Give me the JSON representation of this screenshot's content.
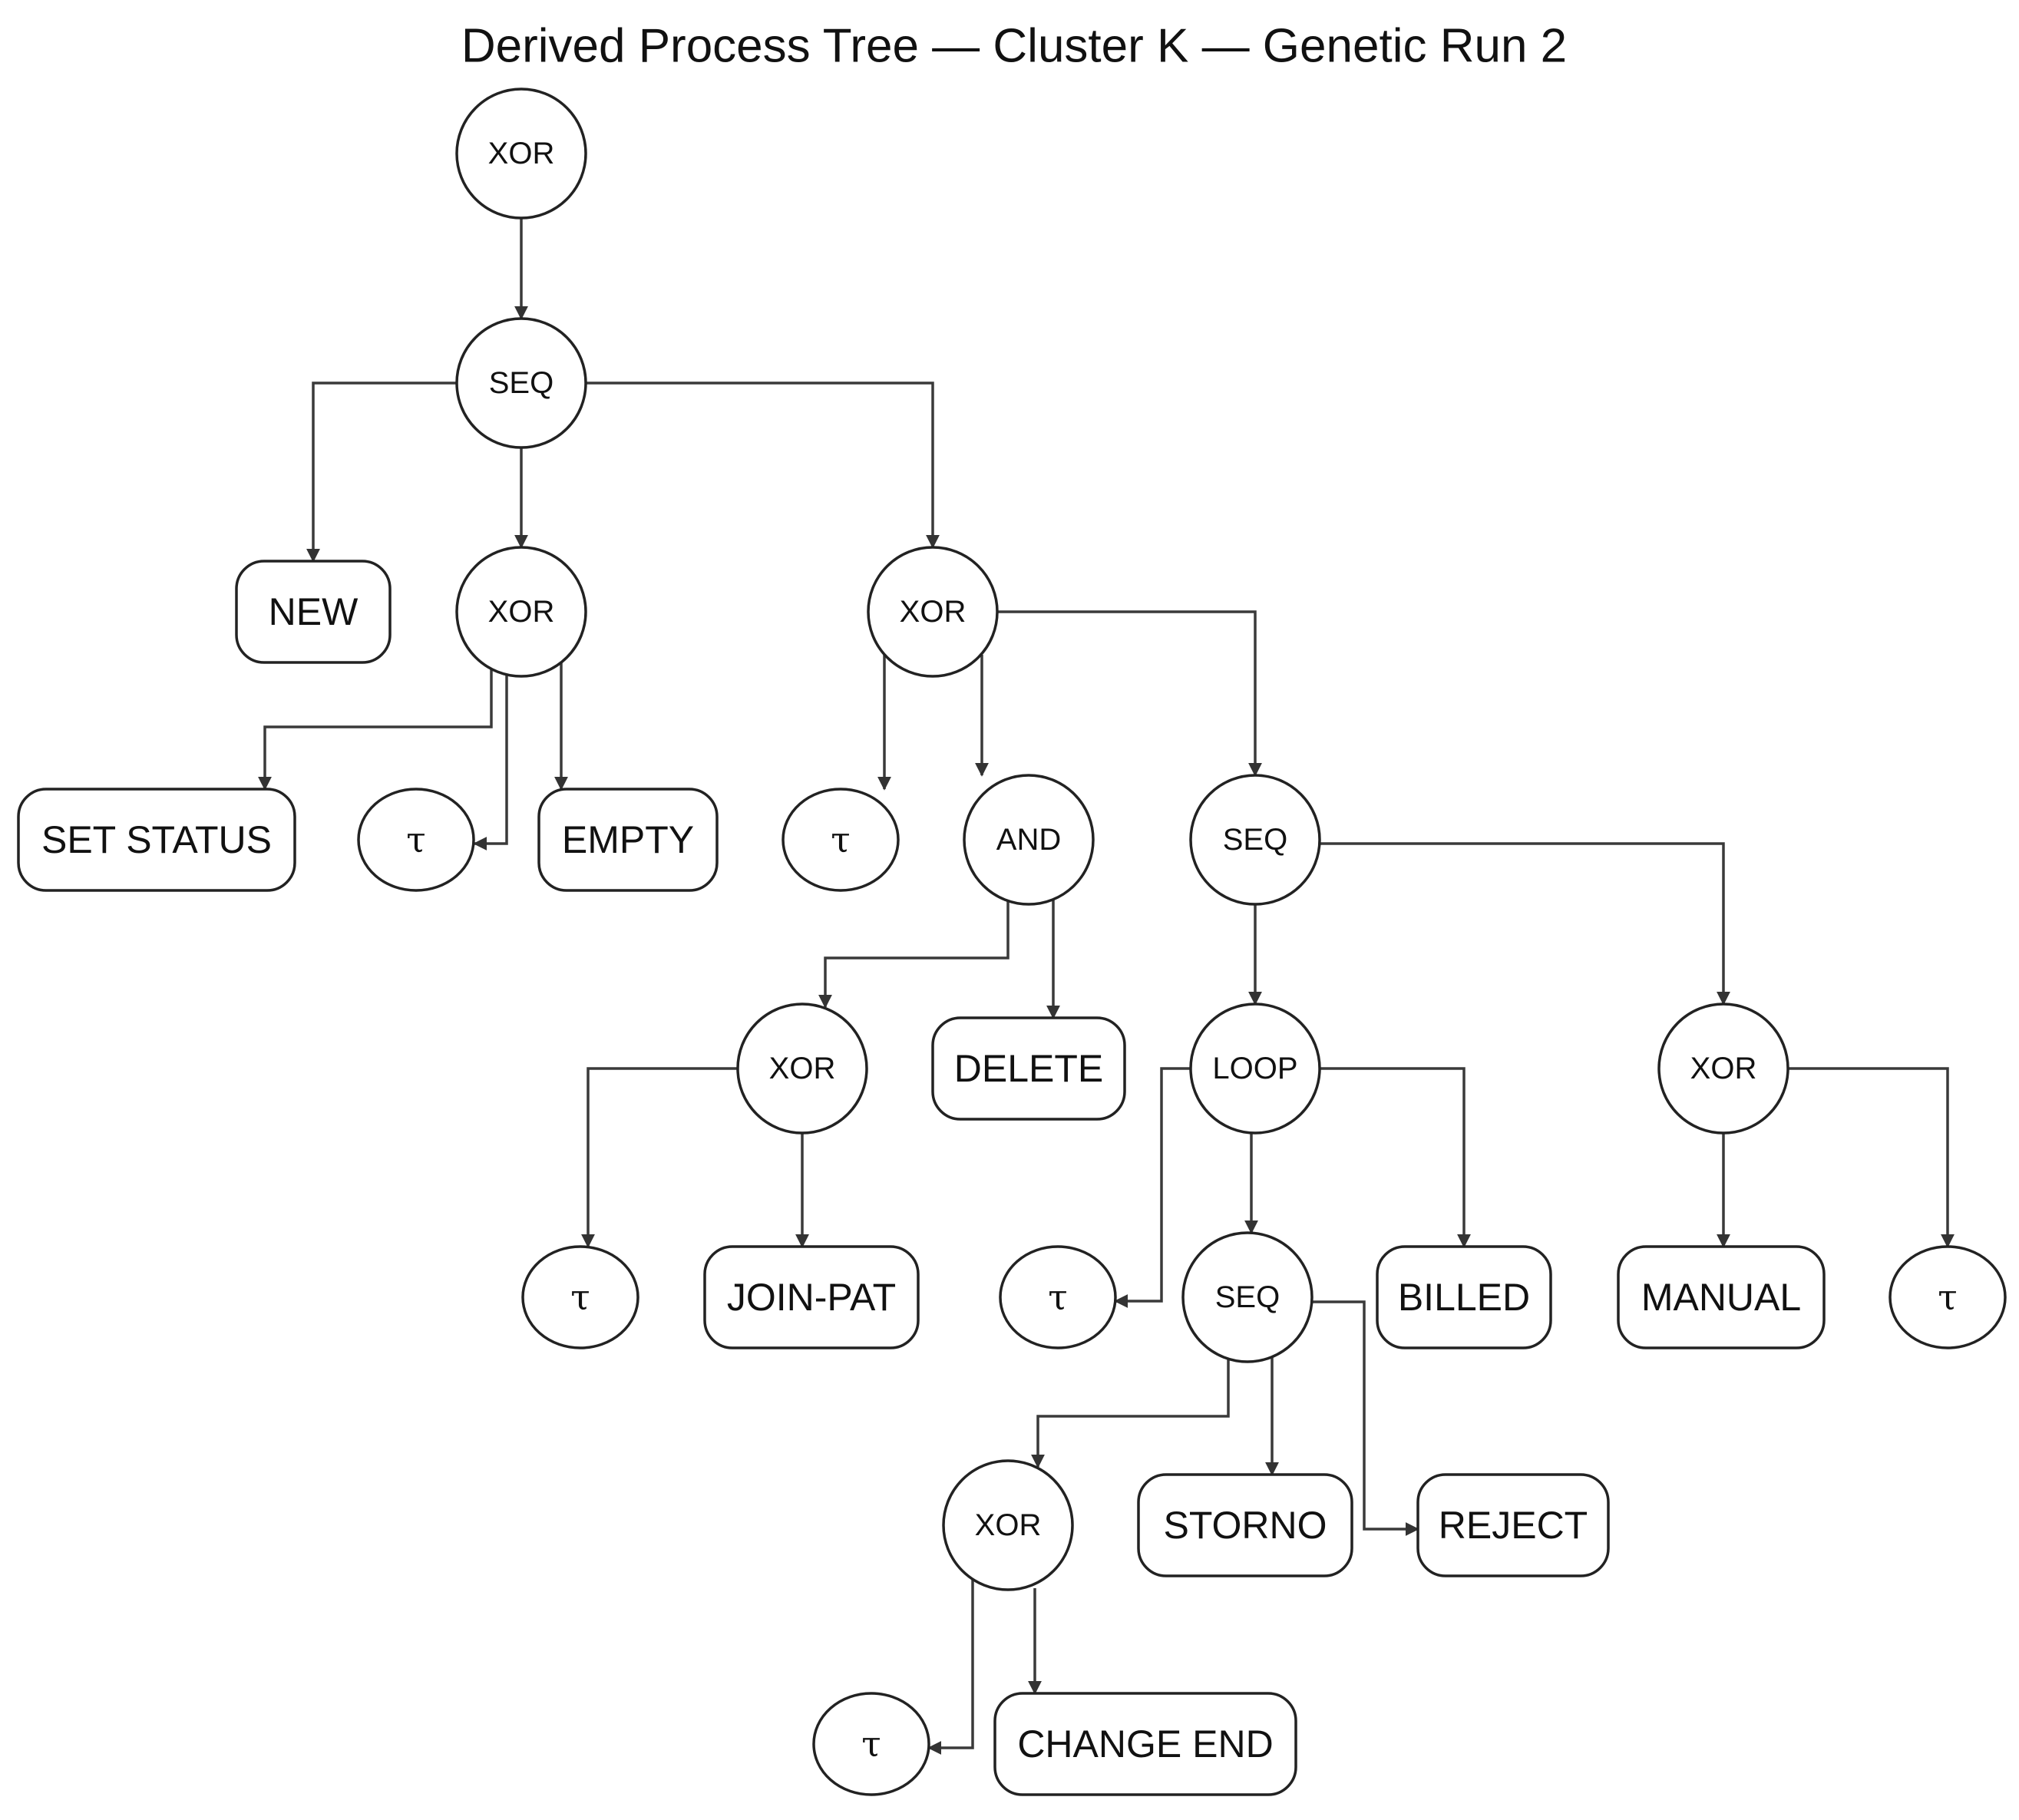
{
  "diagram": {
    "title": "Derived Process Tree — Cluster K — Genetic Run 2",
    "colors": {
      "line": "#3a3a3a",
      "border": "#222222",
      "text": "#111111",
      "background": "#ffffff"
    },
    "nodes": {
      "root_xor": {
        "label": "XOR",
        "type": "operator"
      },
      "seq1": {
        "label": "SEQ",
        "type": "operator"
      },
      "new": {
        "label": "NEW",
        "type": "activity"
      },
      "xor_a": {
        "label": "XOR",
        "type": "operator"
      },
      "xor_b": {
        "label": "XOR",
        "type": "operator"
      },
      "set_status": {
        "label": "SET STATUS",
        "type": "activity"
      },
      "tau_a": {
        "label": "τ",
        "type": "silent"
      },
      "empty": {
        "label": "EMPTY",
        "type": "activity"
      },
      "tau_b": {
        "label": "τ",
        "type": "silent"
      },
      "and1": {
        "label": "AND",
        "type": "operator"
      },
      "seq2": {
        "label": "SEQ",
        "type": "operator"
      },
      "xor_c": {
        "label": "XOR",
        "type": "operator"
      },
      "delete": {
        "label": "DELETE",
        "type": "activity"
      },
      "loop1": {
        "label": "LOOP",
        "type": "operator"
      },
      "xor_d": {
        "label": "XOR",
        "type": "operator"
      },
      "tau_c": {
        "label": "τ",
        "type": "silent"
      },
      "join_pat": {
        "label": "JOIN-PAT",
        "type": "activity"
      },
      "tau_d": {
        "label": "τ",
        "type": "silent"
      },
      "seq3": {
        "label": "SEQ",
        "type": "operator"
      },
      "billed": {
        "label": "BILLED",
        "type": "activity"
      },
      "manual": {
        "label": "MANUAL",
        "type": "activity"
      },
      "tau_e": {
        "label": "τ",
        "type": "silent"
      },
      "xor_e": {
        "label": "XOR",
        "type": "operator"
      },
      "storno": {
        "label": "STORNO",
        "type": "activity"
      },
      "reject": {
        "label": "REJECT",
        "type": "activity"
      },
      "tau_f": {
        "label": "τ",
        "type": "silent"
      },
      "change_end": {
        "label": "CHANGE END",
        "type": "activity"
      }
    },
    "edges": [
      [
        "root_xor",
        "seq1"
      ],
      [
        "seq1",
        "new"
      ],
      [
        "seq1",
        "xor_a"
      ],
      [
        "seq1",
        "xor_b"
      ],
      [
        "xor_a",
        "set_status"
      ],
      [
        "xor_a",
        "tau_a"
      ],
      [
        "xor_a",
        "empty"
      ],
      [
        "xor_b",
        "tau_b"
      ],
      [
        "xor_b",
        "and1"
      ],
      [
        "xor_b",
        "seq2"
      ],
      [
        "and1",
        "xor_c"
      ],
      [
        "and1",
        "delete"
      ],
      [
        "seq2",
        "loop1"
      ],
      [
        "seq2",
        "xor_d"
      ],
      [
        "xor_c",
        "tau_c"
      ],
      [
        "xor_c",
        "join_pat"
      ],
      [
        "loop1",
        "tau_d"
      ],
      [
        "loop1",
        "seq3"
      ],
      [
        "loop1",
        "billed"
      ],
      [
        "xor_d",
        "manual"
      ],
      [
        "xor_d",
        "tau_e"
      ],
      [
        "seq3",
        "xor_e"
      ],
      [
        "seq3",
        "storno"
      ],
      [
        "seq3",
        "reject"
      ],
      [
        "xor_e",
        "tau_f"
      ],
      [
        "xor_e",
        "change_end"
      ]
    ]
  }
}
